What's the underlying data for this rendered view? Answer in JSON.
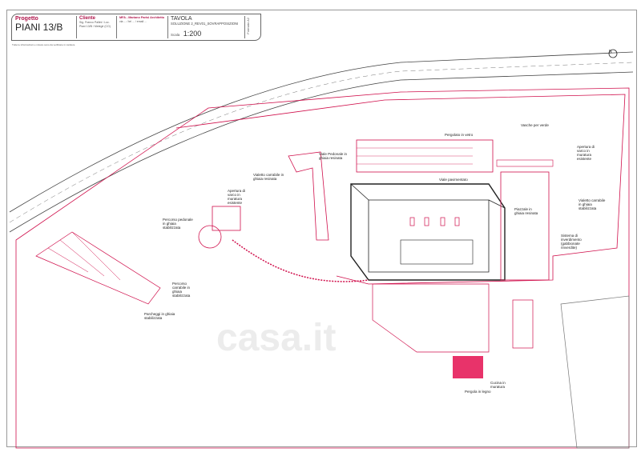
{
  "title_block": {
    "project_label": "Progetto",
    "project_name": "PIANI 13/B",
    "client_label": "Cliente",
    "client_info": "Sig. Franco Pallini / Loc. Piani 13/B / Melegè (CO)",
    "architect": "MFA - Mariano Parisi Architetto",
    "architect_info": "via ... / tel ... / email ...",
    "sheet_label": "TAVOLA",
    "sheet_name": "SOLUZIONE 2_REV01_SOVRAPPOSIZIONI",
    "scale_label": "Scala",
    "scale": "1:200",
    "format": "Formato A2",
    "note": "Tutte le informazioni e misure sono da verificare in cantiere"
  },
  "labels": [
    "Pergolato in vetro",
    "Vasche per verde",
    "Viale Pedonale in ghiaia resinata",
    "Viale pavimentato",
    "Apertura di varco in muratura esistente",
    "Vialetto carrabile in ghiaia stabilizzata",
    "Piazzale in ghiaia resinata",
    "Sistema di inverdimento (gabbionate rinverdite)",
    "Vialetto carrabile in ghiaia resinata",
    "Apertura di varco in muratura esistente",
    "Percorso pedonale in ghiaia stabilizzata",
    "Percorso carrabile in ghiaia stabilizzata",
    "Parcheggi in ghiaia stabilizzata",
    "Cucina in muratura",
    "Pergola in legno"
  ],
  "north": "N",
  "watermark": "casa.it",
  "colors": {
    "accent": "#b0154b",
    "line": "#d0104c",
    "wall": "#222222"
  }
}
